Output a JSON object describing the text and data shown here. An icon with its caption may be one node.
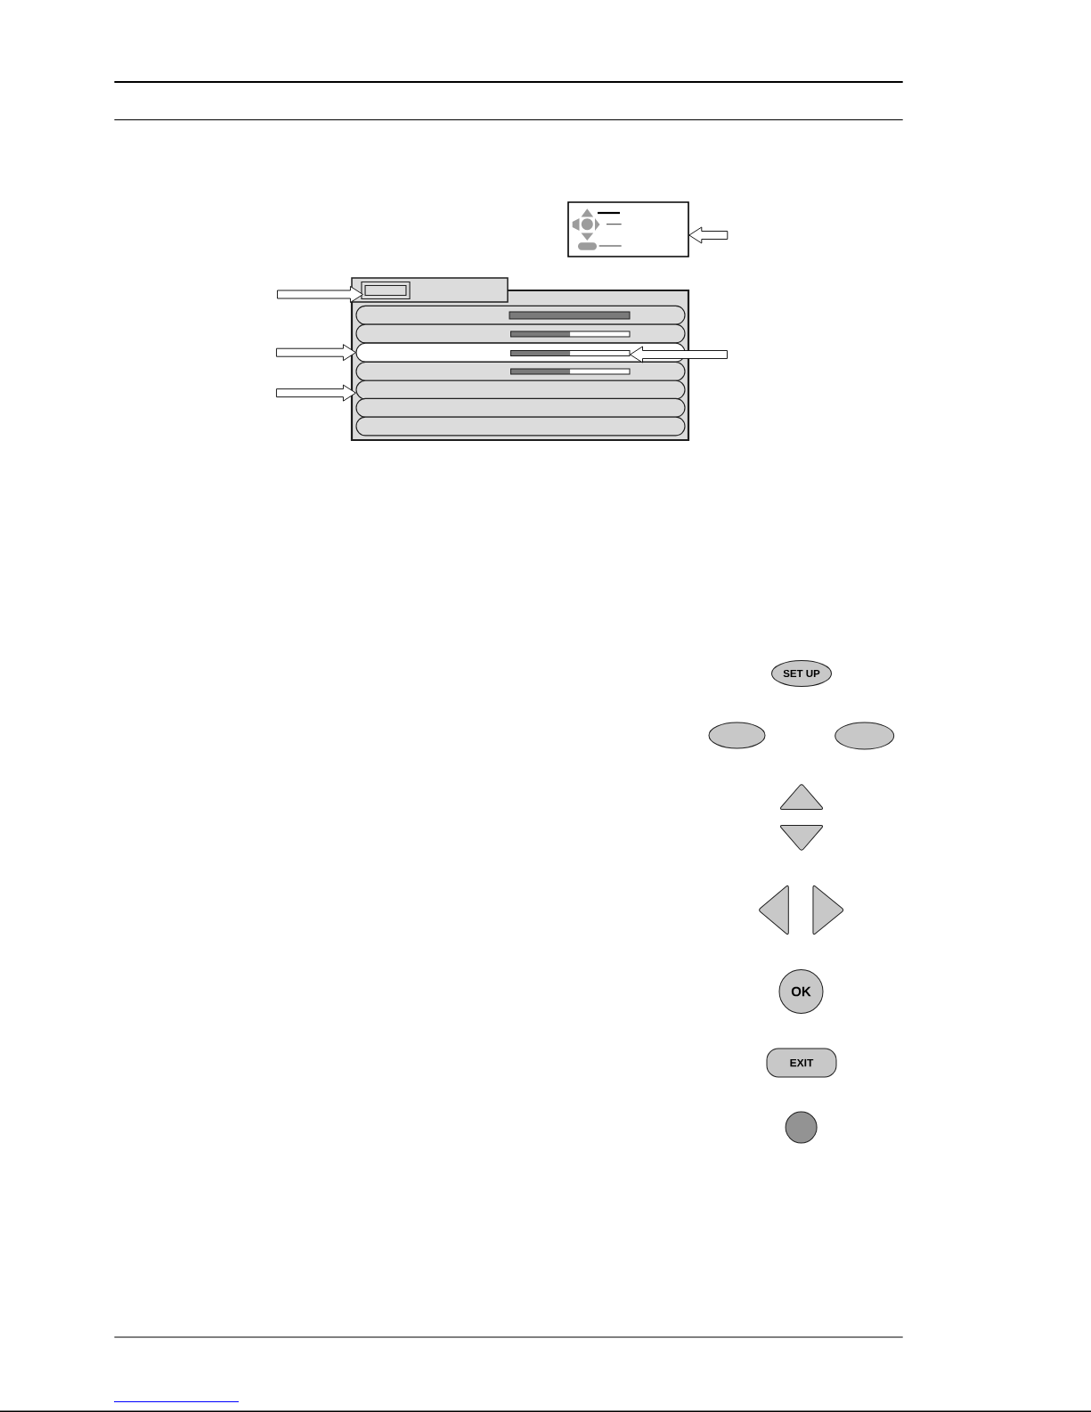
{
  "diagram": {
    "nodes": [
      {
        "text": [],
        "shape": "box"
      },
      {
        "text": [],
        "shape": "box"
      },
      {
        "text": [],
        "shape": "box"
      },
      {
        "text": [],
        "shape": "box",
        "in": 2
      },
      {
        "text": [],
        "shape": "bar",
        "in": 1
      },
      {
        "text": [],
        "shape": "bar",
        "in": 4
      },
      {
        "text": [],
        "shape": "bar",
        "in": 1
      },
      {
        "text": [],
        "shape": "bar",
        "in": 6
      },
      {
        "text": [],
        "shape": "bar",
        "in": 1
      },
      {
        "text": [],
        "shape": "bar",
        "in": 8
      },
      {
        "text": [],
        "shape": "bar",
        "in": 1
      },
      {
        "text": [],
        "shape": "bar",
        "in": 10
      },
      {
        "text": [],
        "shape": "bar",
        "in": 1
      },
      {
        "text": [],
        "shape": "bar",
        "in": 1
      },
      {
        "text": [],
        "shape": "bar",
        "in": 1
      },
      {
        "text": [
          "SET UP"
        ]
      },
      {
        "text": [],
        "shape": "ellipse"
      },
      {
        "text": [],
        "shape": "ellipse"
      },
      {
        "text": [],
        "shape": "triangle"
      },
      {
        "text": [],
        "shape": "triangle"
      },
      {
        "text": [],
        "shape": "triangle"
      },
      {
        "text": [],
        "shape": "triangle"
      },
      {
        "text": [
          "OK"
        ]
      },
      {
        "text": [
          "EXIT"
        ]
      },
      {
        "text": [],
        "shape": "circle"
      }
    ],
    "edges": [
      {
        "from": null,
        "to": 0,
        "arrow": "to"
      },
      {
        "from": null,
        "to": 3,
        "arrow": "to"
      },
      {
        "from": null,
        "to": 8,
        "arrow": "to"
      },
      {
        "from": null,
        "to": 9,
        "arrow": "to"
      },
      {
        "from": null,
        "to": 12,
        "arrow": "to"
      }
    ]
  }
}
